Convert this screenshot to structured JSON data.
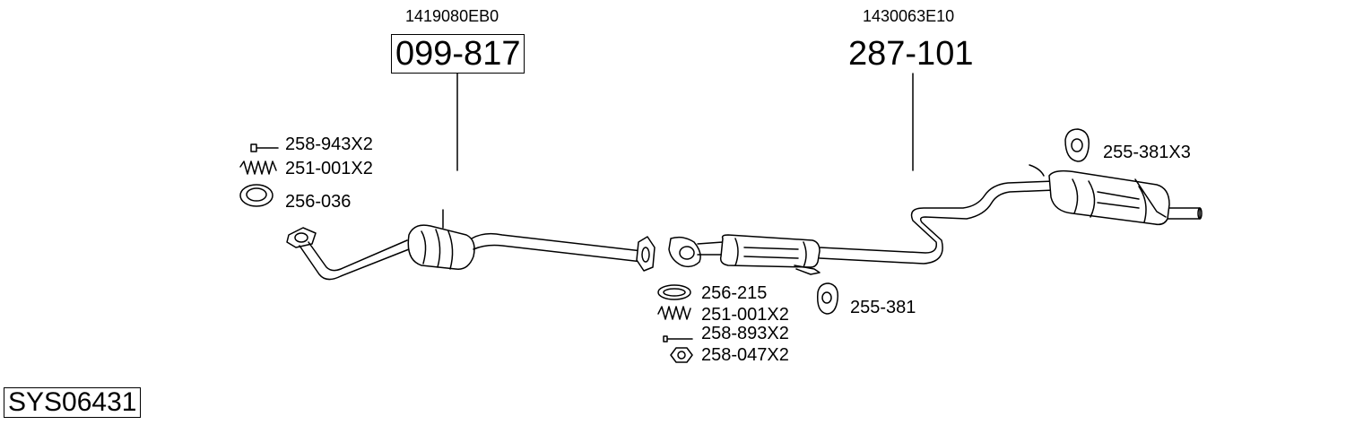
{
  "assemblies": [
    {
      "oem": "1419080EB0",
      "part": "099-817",
      "boxed": true
    },
    {
      "oem": "1430063E10",
      "part": "287-101",
      "boxed": false
    }
  ],
  "accessories_left": [
    "258-943X2",
    "251-001X2",
    "256-036"
  ],
  "accessories_middle": [
    "256-215",
    "251-001X2",
    "258-893X2",
    "258-047X2"
  ],
  "hanger_middle": "255-381",
  "hanger_right": "255-381X3",
  "system_code": "SYS06431"
}
